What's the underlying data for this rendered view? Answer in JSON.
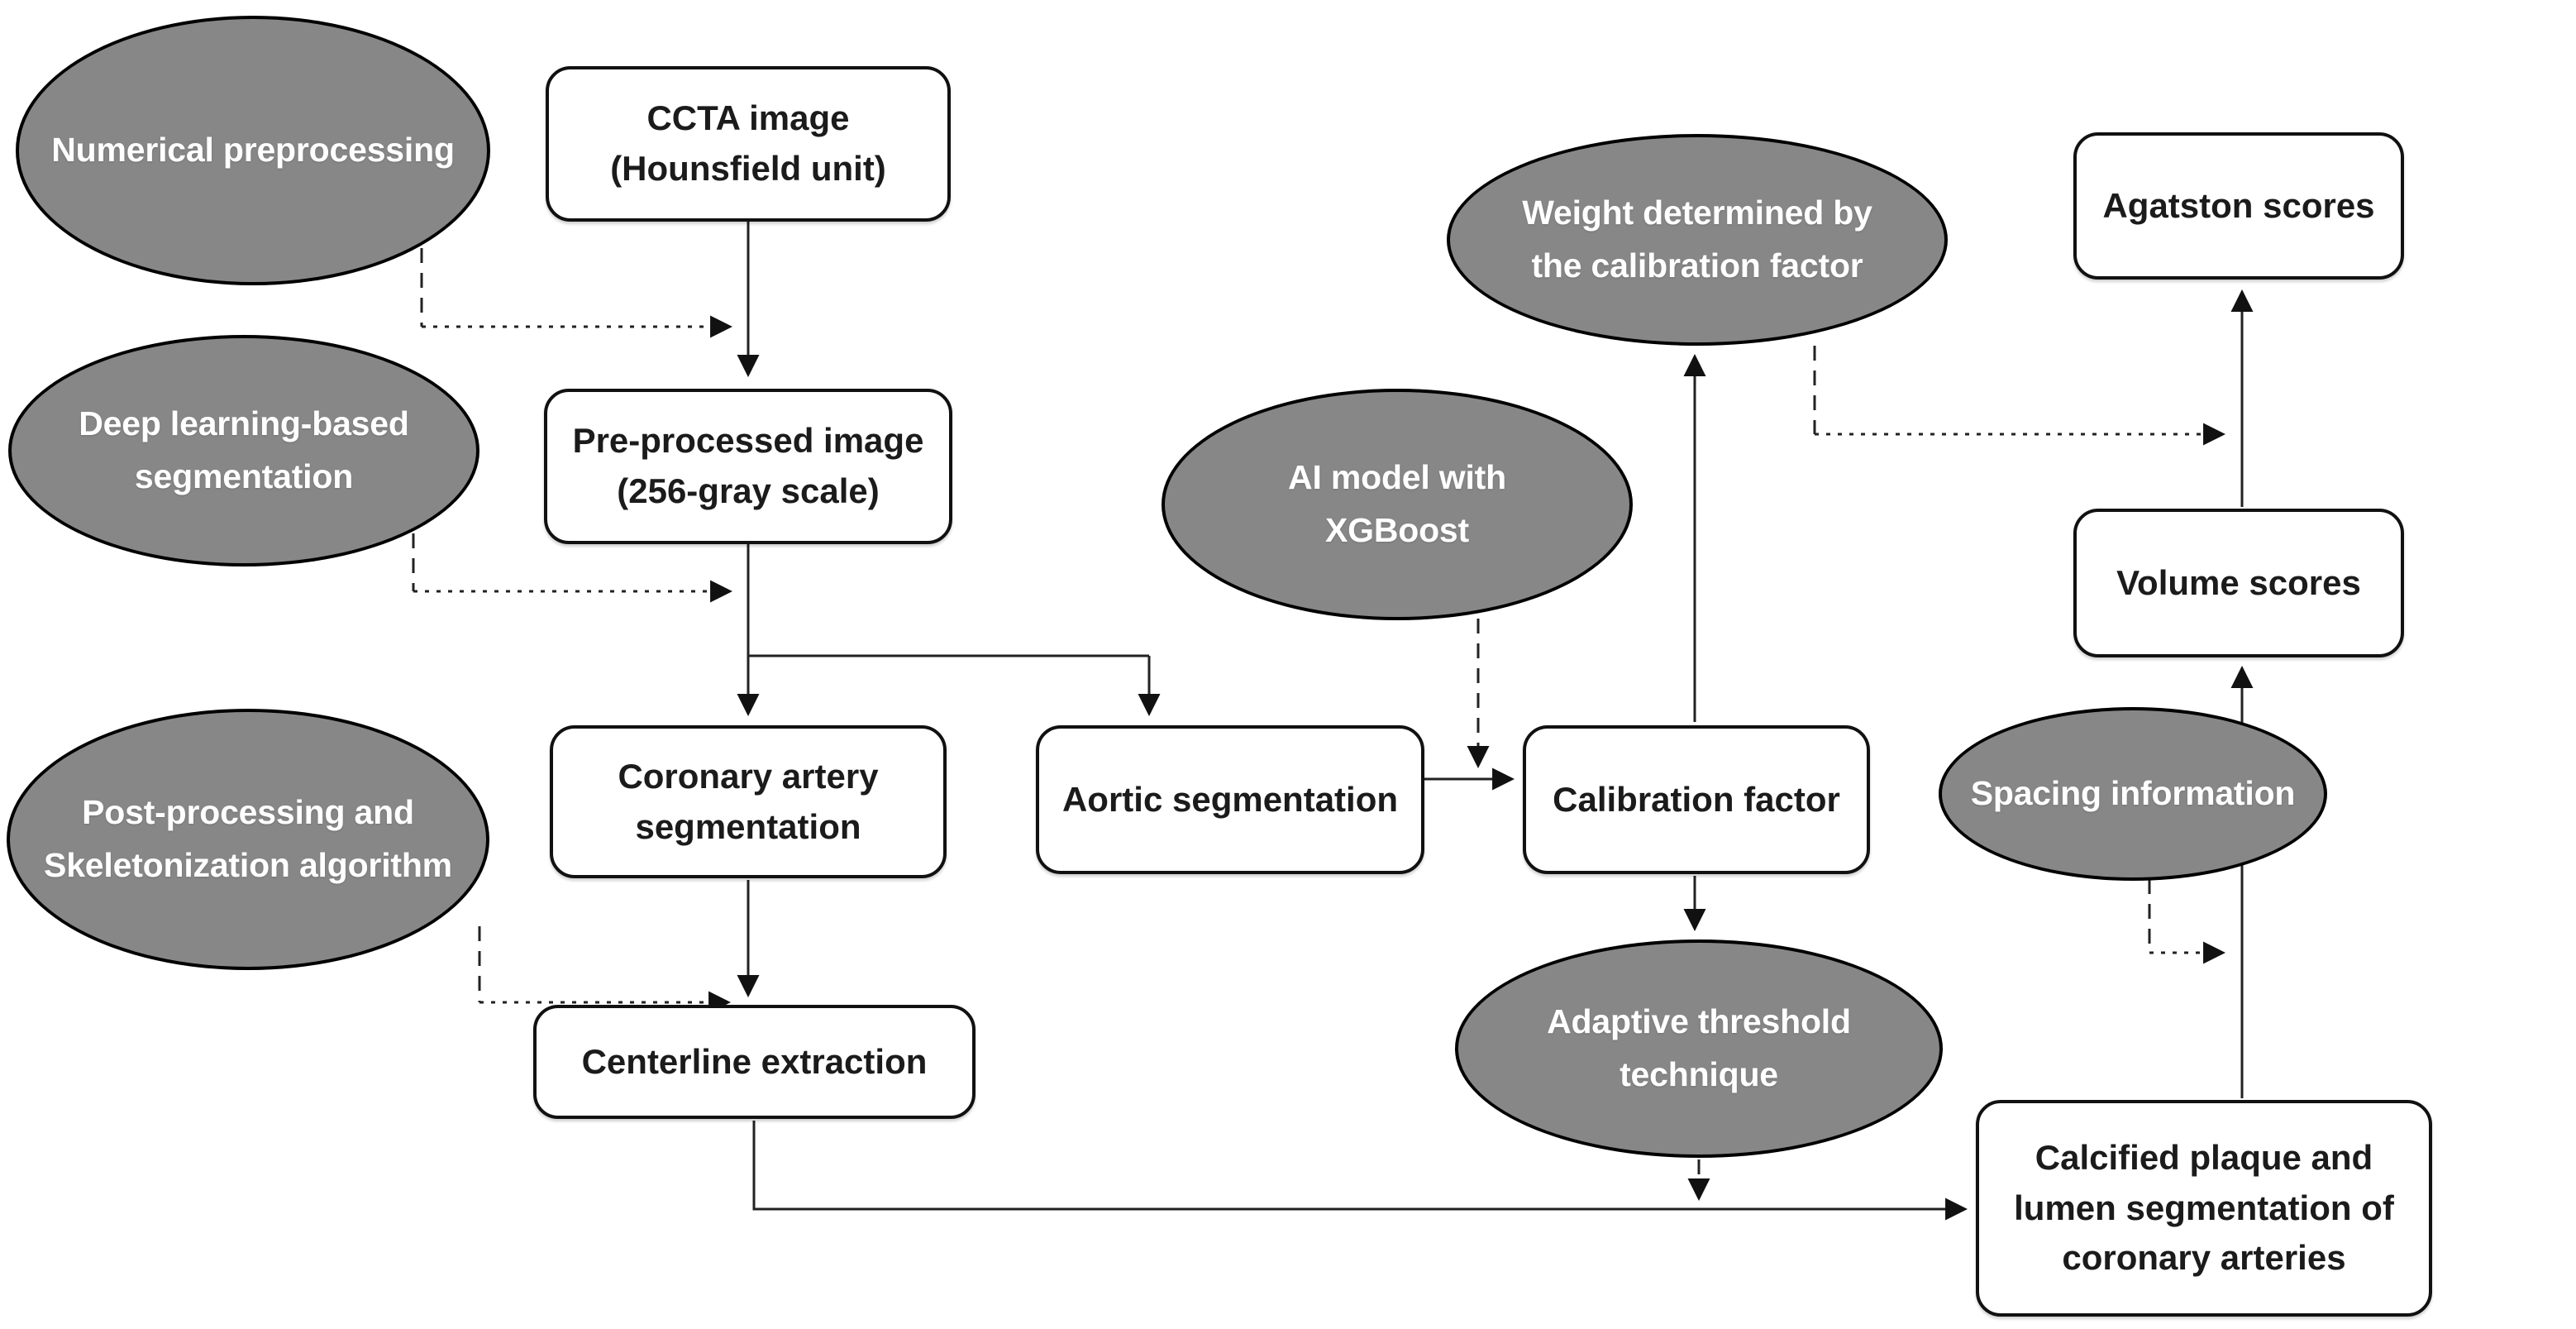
{
  "diagram_type": "flowchart",
  "colors": {
    "ellipse_fill": "#878787",
    "ellipse_text": "#ffffff",
    "box_fill": "#ffffff",
    "box_text": "#1b1b1b",
    "stroke": "#111111",
    "connector": "#222222",
    "background": "#ffffff"
  },
  "nodes": {
    "numerical_preprocessing": {
      "shape": "ellipse",
      "label": "Numerical preprocessing"
    },
    "ccta_image": {
      "shape": "box",
      "label": "CCTA image\n(Hounsfield unit)"
    },
    "deep_learning": {
      "shape": "ellipse",
      "label": "Deep learning-based\nsegmentation"
    },
    "preprocessed_image": {
      "shape": "box",
      "label": "Pre-processed image\n(256-gray scale)"
    },
    "post_processing": {
      "shape": "ellipse",
      "label": "Post-processing and\nSkeletonization algorithm"
    },
    "coronary_segmentation": {
      "shape": "box",
      "label": "Coronary artery\nsegmentation"
    },
    "aortic_segmentation": {
      "shape": "box",
      "label": "Aortic segmentation"
    },
    "ai_model": {
      "shape": "ellipse",
      "label": "AI model with\nXGBoost"
    },
    "calibration_factor": {
      "shape": "box",
      "label": "Calibration factor"
    },
    "weight_calibration": {
      "shape": "ellipse",
      "label": "Weight determined by\nthe calibration factor"
    },
    "agatston_scores": {
      "shape": "box",
      "label": "Agatston scores"
    },
    "volume_scores": {
      "shape": "box",
      "label": "Volume scores"
    },
    "spacing_information": {
      "shape": "ellipse",
      "label": "Spacing information"
    },
    "adaptive_threshold": {
      "shape": "ellipse",
      "label": "Adaptive threshold\ntechnique"
    },
    "centerline_extraction": {
      "shape": "box",
      "label": "Centerline extraction"
    },
    "calcified_plaque": {
      "shape": "box",
      "label": "Calcified plaque and\nlumen segmentation of\ncoronary arteries"
    }
  },
  "edges": [
    {
      "from": "ccta_image",
      "to": "preprocessed_image",
      "style": "solid"
    },
    {
      "from": "numerical_preprocessing",
      "to": "preprocessed_image",
      "style": "dashed"
    },
    {
      "from": "deep_learning",
      "to": "coronary_segmentation",
      "style": "dashed"
    },
    {
      "from": "preprocessed_image",
      "to": "coronary_segmentation",
      "style": "solid"
    },
    {
      "from": "preprocessed_image",
      "to": "aortic_segmentation",
      "style": "solid"
    },
    {
      "from": "aortic_segmentation",
      "to": "calibration_factor",
      "style": "solid"
    },
    {
      "from": "ai_model",
      "to": "calibration_factor",
      "style": "dashed"
    },
    {
      "from": "calibration_factor",
      "to": "weight_calibration",
      "style": "solid"
    },
    {
      "from": "calibration_factor",
      "to": "adaptive_threshold",
      "style": "solid"
    },
    {
      "from": "weight_calibration",
      "to": "agatston_scores",
      "style": "dashed"
    },
    {
      "from": "volume_scores",
      "to": "agatston_scores",
      "style": "solid"
    },
    {
      "from": "calcified_plaque",
      "to": "volume_scores",
      "style": "solid"
    },
    {
      "from": "spacing_information",
      "to": "volume_scores",
      "style": "dashed"
    },
    {
      "from": "coronary_segmentation",
      "to": "centerline_extraction",
      "style": "solid"
    },
    {
      "from": "post_processing",
      "to": "centerline_extraction",
      "style": "dashed"
    },
    {
      "from": "centerline_extraction",
      "to": "calcified_plaque",
      "style": "solid"
    },
    {
      "from": "adaptive_threshold",
      "to": "calcified_plaque",
      "style": "dashed"
    }
  ]
}
